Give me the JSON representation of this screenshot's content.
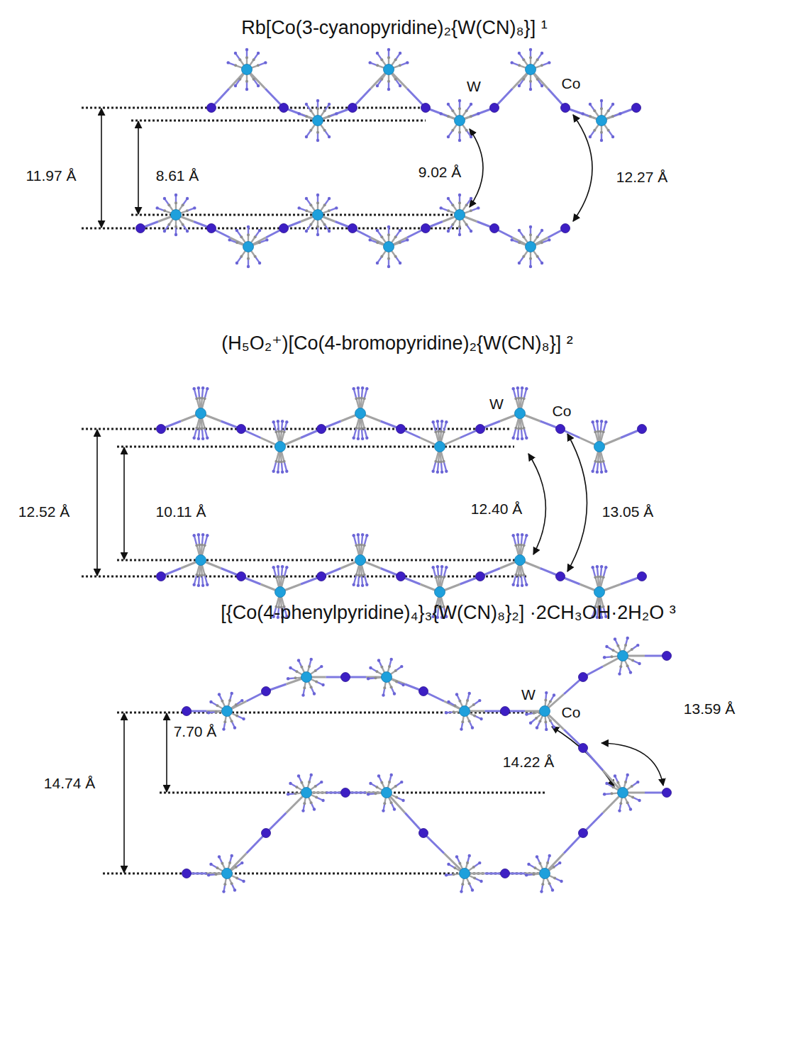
{
  "diagram": {
    "labels": [
      "Rb[Co(3-cyanopyridine)₂{W(CN)₈}] ¹",
      "W",
      "Co",
      "11.97 Å",
      "8.61 Å",
      "9.02 Å",
      "12.27 Å",
      "(H₅O₂⁺)[Co(4-bromopyridine)₂{W(CN)₈}] ²",
      "W",
      "Co",
      "12.52 Å",
      "10.11 Å",
      "12.40 Å",
      "13.05 Å",
      "[{Co(4-phenylpyridine)₄}₃{W(CN)₈}₂] ·2CH₃OH·2H₂O ³",
      "W",
      "Co",
      "14.74 Å",
      "7.70 Å",
      "14.22 Å",
      "13.59 Å"
    ]
  }
}
